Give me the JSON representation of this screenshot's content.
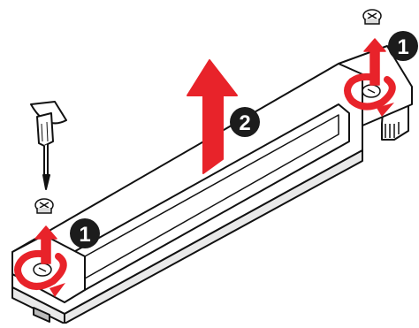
{
  "steps": {
    "remove_screw_left": {
      "number": "1"
    },
    "remove_screw_right": {
      "number": "1"
    },
    "lift_plate": {
      "number": "2"
    }
  },
  "colors": {
    "arrow_red": "#e8232a",
    "marker_dark": "#1c1c1c",
    "marker_text": "#ffffff",
    "outline": "#111111",
    "plate_fill": "#ffffff",
    "plate_shade": "#e6e6e6"
  },
  "icons": {
    "tool": "screwdriver-icon",
    "fastener": "screw-icon",
    "lift_arrow": "up-arrow-icon",
    "unscrew": "rotation-arrow-icon",
    "step_marker": "numbered-circle-icon"
  }
}
